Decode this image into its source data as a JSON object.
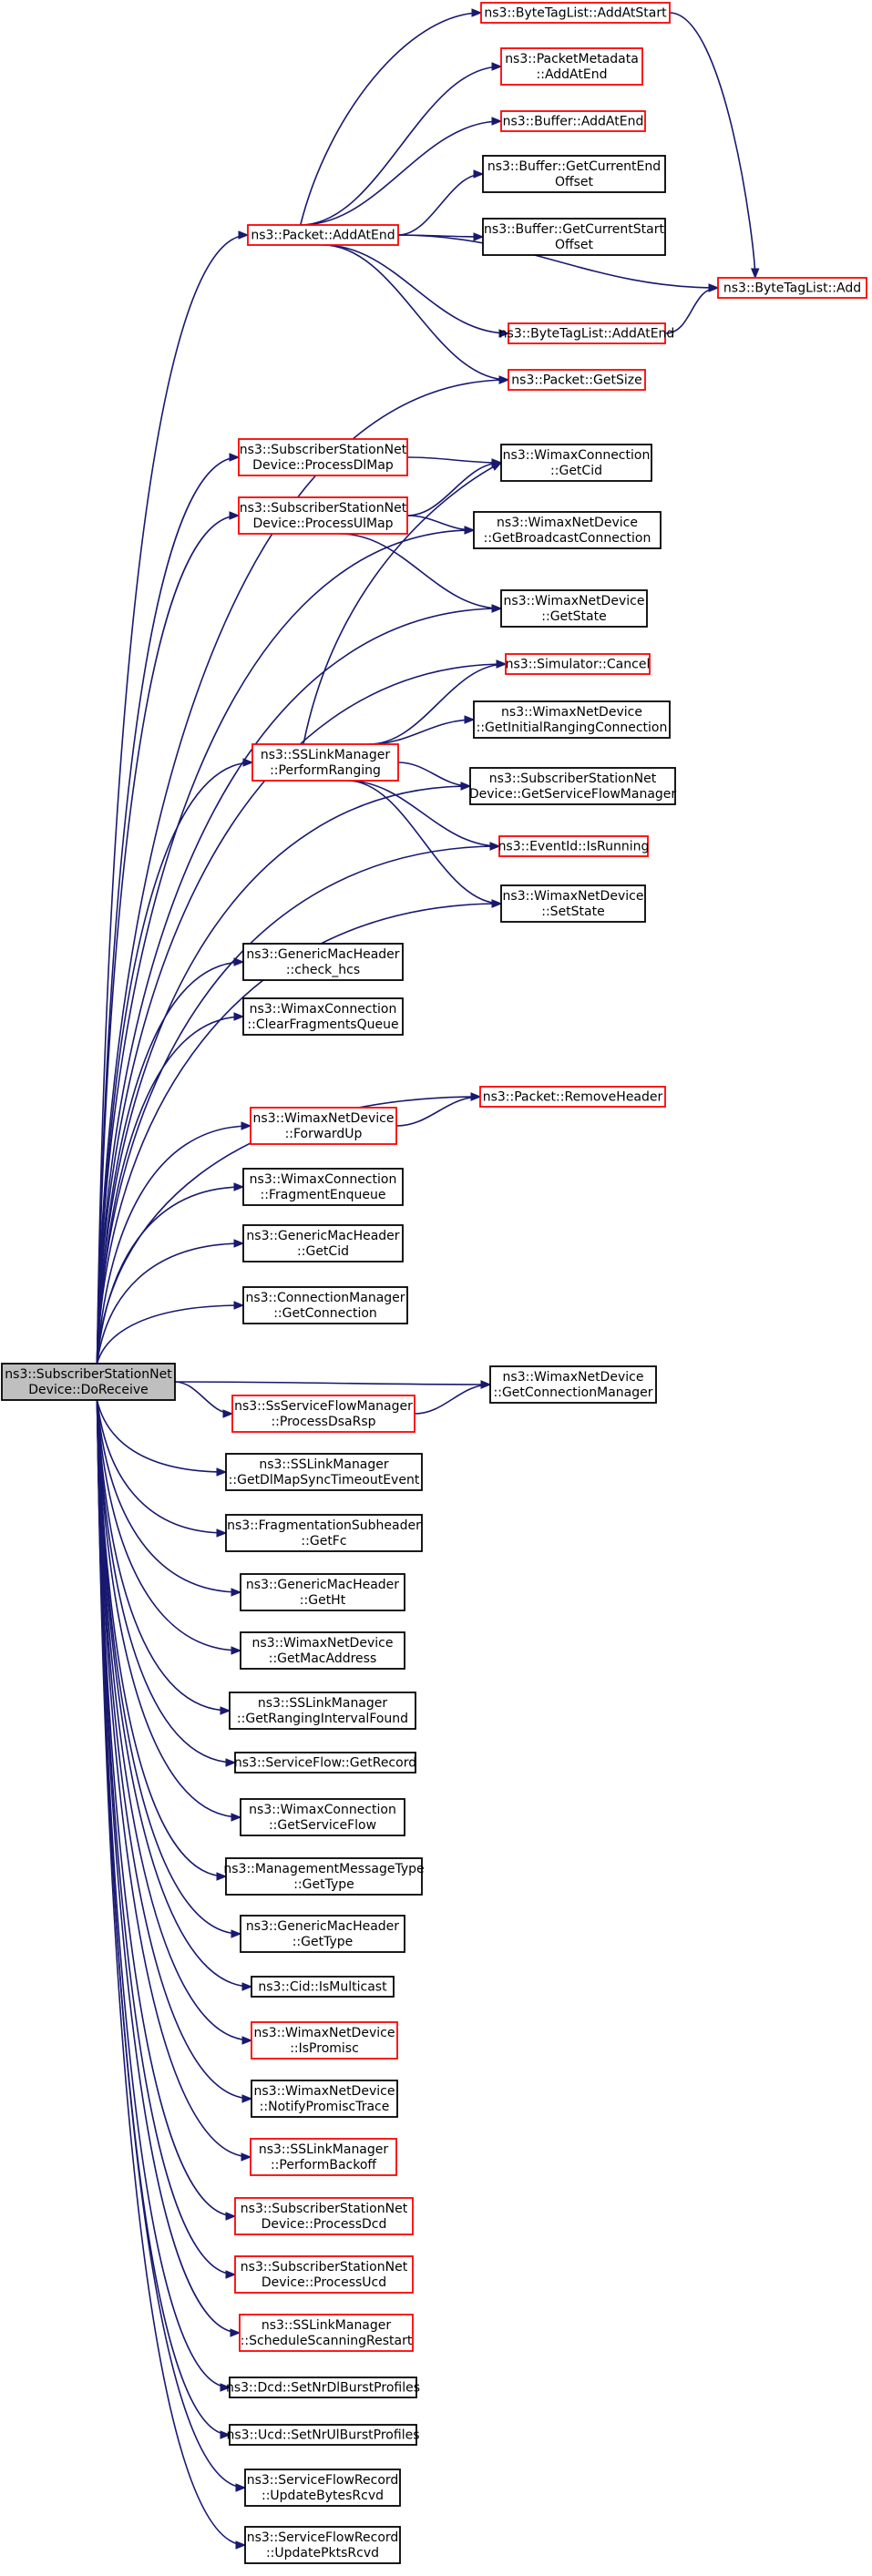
{
  "colors": {
    "edge": "#191970",
    "node_border_default": "#000000",
    "node_border_link": "#ff0000",
    "root_fill": "#bfbfbf"
  },
  "nodes": [
    {
      "id": "root",
      "lines": [
        "ns3::SubscriberStationNet",
        "Device::DoReceive"
      ],
      "style": "root"
    },
    {
      "id": "n1",
      "lines": [
        "ns3::ByteTagList::AddAtStart"
      ],
      "style": "red"
    },
    {
      "id": "n2",
      "lines": [
        "ns3::PacketMetadata",
        "::AddAtEnd"
      ],
      "style": "red"
    },
    {
      "id": "n3",
      "lines": [
        "ns3::Buffer::AddAtEnd"
      ],
      "style": "red"
    },
    {
      "id": "n4",
      "lines": [
        "ns3::Buffer::GetCurrentEnd",
        "Offset"
      ],
      "style": "black"
    },
    {
      "id": "n5",
      "lines": [
        "ns3::Buffer::GetCurrentStart",
        "Offset"
      ],
      "style": "black"
    },
    {
      "id": "n6",
      "lines": [
        "ns3::Packet::AddAtEnd"
      ],
      "style": "red"
    },
    {
      "id": "n7",
      "lines": [
        "ns3::ByteTagList::Add"
      ],
      "style": "red"
    },
    {
      "id": "n8",
      "lines": [
        "ns3::ByteTagList::AddAtEnd"
      ],
      "style": "red"
    },
    {
      "id": "n9",
      "lines": [
        "ns3::Packet::GetSize"
      ],
      "style": "red"
    },
    {
      "id": "n10",
      "lines": [
        "ns3::SubscriberStationNet",
        "Device::ProcessDlMap"
      ],
      "style": "red"
    },
    {
      "id": "n11",
      "lines": [
        "ns3::WimaxConnection",
        "::GetCid"
      ],
      "style": "black"
    },
    {
      "id": "n12",
      "lines": [
        "ns3::SubscriberStationNet",
        "Device::ProcessUlMap"
      ],
      "style": "red"
    },
    {
      "id": "n13",
      "lines": [
        "ns3::WimaxNetDevice",
        "::GetBroadcastConnection"
      ],
      "style": "black"
    },
    {
      "id": "n14",
      "lines": [
        "ns3::WimaxNetDevice",
        "::GetState"
      ],
      "style": "black"
    },
    {
      "id": "n15",
      "lines": [
        "ns3::Simulator::Cancel"
      ],
      "style": "red"
    },
    {
      "id": "n16",
      "lines": [
        "ns3::WimaxNetDevice",
        "::GetInitialRangingConnection"
      ],
      "style": "black"
    },
    {
      "id": "n17",
      "lines": [
        "ns3::SSLinkManager",
        "::PerformRanging"
      ],
      "style": "red"
    },
    {
      "id": "n18",
      "lines": [
        "ns3::SubscriberStationNet",
        "Device::GetServiceFlowManager"
      ],
      "style": "black"
    },
    {
      "id": "n19",
      "lines": [
        "ns3::EventId::IsRunning"
      ],
      "style": "red"
    },
    {
      "id": "n20",
      "lines": [
        "ns3::WimaxNetDevice",
        "::SetState"
      ],
      "style": "black"
    },
    {
      "id": "n21",
      "lines": [
        "ns3::GenericMacHeader",
        "::check_hcs"
      ],
      "style": "black"
    },
    {
      "id": "n22",
      "lines": [
        "ns3::WimaxConnection",
        "::ClearFragmentsQueue"
      ],
      "style": "black"
    },
    {
      "id": "n23",
      "lines": [
        "ns3::Packet::RemoveHeader"
      ],
      "style": "red"
    },
    {
      "id": "n24",
      "lines": [
        "ns3::WimaxNetDevice",
        "::ForwardUp"
      ],
      "style": "red"
    },
    {
      "id": "n25",
      "lines": [
        "ns3::WimaxConnection",
        "::FragmentEnqueue"
      ],
      "style": "black"
    },
    {
      "id": "n26",
      "lines": [
        "ns3::GenericMacHeader",
        "::GetCid"
      ],
      "style": "black"
    },
    {
      "id": "n27",
      "lines": [
        "ns3::ConnectionManager",
        "::GetConnection"
      ],
      "style": "black"
    },
    {
      "id": "n28",
      "lines": [
        "ns3::WimaxNetDevice",
        "::GetConnectionManager"
      ],
      "style": "black"
    },
    {
      "id": "n29",
      "lines": [
        "ns3::SsServiceFlowManager",
        "::ProcessDsaRsp"
      ],
      "style": "red"
    },
    {
      "id": "n30",
      "lines": [
        "ns3::SSLinkManager",
        "::GetDlMapSyncTimeoutEvent"
      ],
      "style": "black"
    },
    {
      "id": "n31",
      "lines": [
        "ns3::FragmentationSubheader",
        "::GetFc"
      ],
      "style": "black"
    },
    {
      "id": "n32",
      "lines": [
        "ns3::GenericMacHeader",
        "::GetHt"
      ],
      "style": "black"
    },
    {
      "id": "n33",
      "lines": [
        "ns3::WimaxNetDevice",
        "::GetMacAddress"
      ],
      "style": "black"
    },
    {
      "id": "n34",
      "lines": [
        "ns3::SSLinkManager",
        "::GetRangingIntervalFound"
      ],
      "style": "black"
    },
    {
      "id": "n35",
      "lines": [
        "ns3::ServiceFlow::GetRecord"
      ],
      "style": "black"
    },
    {
      "id": "n36",
      "lines": [
        "ns3::WimaxConnection",
        "::GetServiceFlow"
      ],
      "style": "black"
    },
    {
      "id": "n37",
      "lines": [
        "ns3::ManagementMessageType",
        "::GetType"
      ],
      "style": "black"
    },
    {
      "id": "n38",
      "lines": [
        "ns3::GenericMacHeader",
        "::GetType"
      ],
      "style": "black"
    },
    {
      "id": "n39",
      "lines": [
        "ns3::Cid::IsMulticast"
      ],
      "style": "black"
    },
    {
      "id": "n40",
      "lines": [
        "ns3::WimaxNetDevice",
        "::IsPromisc"
      ],
      "style": "red"
    },
    {
      "id": "n41",
      "lines": [
        "ns3::WimaxNetDevice",
        "::NotifyPromiscTrace"
      ],
      "style": "black"
    },
    {
      "id": "n42",
      "lines": [
        "ns3::SSLinkManager",
        "::PerformBackoff"
      ],
      "style": "red"
    },
    {
      "id": "n43",
      "lines": [
        "ns3::SubscriberStationNet",
        "Device::ProcessDcd"
      ],
      "style": "red"
    },
    {
      "id": "n44",
      "lines": [
        "ns3::SubscriberStationNet",
        "Device::ProcessUcd"
      ],
      "style": "red"
    },
    {
      "id": "n45",
      "lines": [
        "ns3::SSLinkManager",
        "::ScheduleScanningRestart"
      ],
      "style": "red"
    },
    {
      "id": "n46",
      "lines": [
        "ns3::Dcd::SetNrDlBurstProfiles"
      ],
      "style": "black"
    },
    {
      "id": "n47",
      "lines": [
        "ns3::Ucd::SetNrUlBurstProfiles"
      ],
      "style": "black"
    },
    {
      "id": "n48",
      "lines": [
        "ns3::ServiceFlowRecord",
        "::UpdateBytesRcvd"
      ],
      "style": "black"
    },
    {
      "id": "n49",
      "lines": [
        "ns3::ServiceFlowRecord",
        "::UpdatePktsRcvd"
      ],
      "style": "black"
    }
  ],
  "edges": [
    [
      "root",
      "n6"
    ],
    [
      "root",
      "n9"
    ],
    [
      "root",
      "n10"
    ],
    [
      "root",
      "n12"
    ],
    [
      "root",
      "n13"
    ],
    [
      "root",
      "n14"
    ],
    [
      "root",
      "n15"
    ],
    [
      "root",
      "n17"
    ],
    [
      "root",
      "n18"
    ],
    [
      "root",
      "n19"
    ],
    [
      "root",
      "n20"
    ],
    [
      "root",
      "n21"
    ],
    [
      "root",
      "n22"
    ],
    [
      "root",
      "n23"
    ],
    [
      "root",
      "n24"
    ],
    [
      "root",
      "n25"
    ],
    [
      "root",
      "n26"
    ],
    [
      "root",
      "n27"
    ],
    [
      "root",
      "n28"
    ],
    [
      "root",
      "n29"
    ],
    [
      "root",
      "n30"
    ],
    [
      "root",
      "n31"
    ],
    [
      "root",
      "n32"
    ],
    [
      "root",
      "n33"
    ],
    [
      "root",
      "n34"
    ],
    [
      "root",
      "n35"
    ],
    [
      "root",
      "n36"
    ],
    [
      "root",
      "n37"
    ],
    [
      "root",
      "n38"
    ],
    [
      "root",
      "n39"
    ],
    [
      "root",
      "n40"
    ],
    [
      "root",
      "n41"
    ],
    [
      "root",
      "n42"
    ],
    [
      "root",
      "n43"
    ],
    [
      "root",
      "n44"
    ],
    [
      "root",
      "n45"
    ],
    [
      "root",
      "n46"
    ],
    [
      "root",
      "n47"
    ],
    [
      "root",
      "n48"
    ],
    [
      "root",
      "n49"
    ],
    [
      "n6",
      "n1"
    ],
    [
      "n6",
      "n2"
    ],
    [
      "n6",
      "n3"
    ],
    [
      "n6",
      "n4"
    ],
    [
      "n6",
      "n5"
    ],
    [
      "n6",
      "n7"
    ],
    [
      "n6",
      "n8"
    ],
    [
      "n6",
      "n9"
    ],
    [
      "n1",
      "n7"
    ],
    [
      "n8",
      "n7"
    ],
    [
      "n10",
      "n11"
    ],
    [
      "n12",
      "n11"
    ],
    [
      "n12",
      "n13"
    ],
    [
      "n12",
      "n14"
    ],
    [
      "n17",
      "n11"
    ],
    [
      "n17",
      "n15"
    ],
    [
      "n17",
      "n16"
    ],
    [
      "n17",
      "n18"
    ],
    [
      "n17",
      "n19"
    ],
    [
      "n17",
      "n20"
    ],
    [
      "n24",
      "n23"
    ],
    [
      "n29",
      "n28"
    ]
  ]
}
